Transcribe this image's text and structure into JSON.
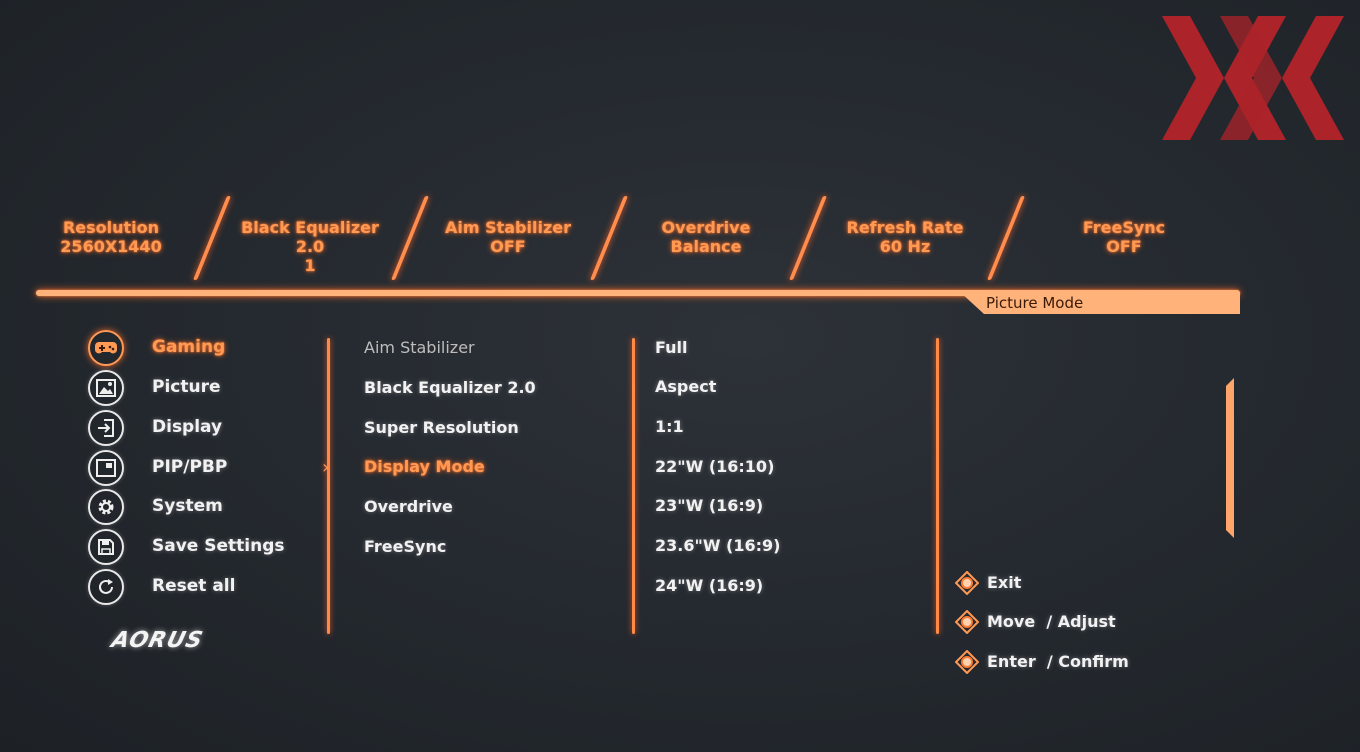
{
  "status_bar": [
    {
      "label": "Resolution",
      "value": "2560X1440"
    },
    {
      "label": "Black Equalizer 2.0",
      "value": "1"
    },
    {
      "label": "Aim Stabilizer",
      "value": "OFF"
    },
    {
      "label": "Overdrive",
      "value": "Balance"
    },
    {
      "label": "Refresh Rate",
      "value": "60 Hz"
    },
    {
      "label": "FreeSync",
      "value": "OFF"
    }
  ],
  "mode_tab": "Picture Mode",
  "menu": [
    {
      "label": "Gaming",
      "icon": "gamepad-icon",
      "active": true
    },
    {
      "label": "Picture",
      "icon": "picture-icon"
    },
    {
      "label": "Display",
      "icon": "input-icon"
    },
    {
      "label": "PIP/PBP",
      "icon": "pip-icon"
    },
    {
      "label": "System",
      "icon": "gear-icon"
    },
    {
      "label": "Save Settings",
      "icon": "save-icon"
    },
    {
      "label": "Reset all",
      "icon": "reset-icon"
    }
  ],
  "submenu": [
    {
      "label": "Aim Stabilizer",
      "state": "dim"
    },
    {
      "label": "Black Equalizer 2.0"
    },
    {
      "label": "Super Resolution"
    },
    {
      "label": "Display Mode",
      "selected": true
    },
    {
      "label": "Overdrive"
    },
    {
      "label": "FreeSync"
    }
  ],
  "options": [
    "Full",
    "Aspect",
    "1:1",
    "22\"W (16:10)",
    "23\"W (16:9)",
    "23.6\"W (16:9)",
    "24\"W (16:9)"
  ],
  "hints": [
    {
      "label": "Exit"
    },
    {
      "label": "Move  / Adjust"
    },
    {
      "label": "Enter  / Confirm"
    }
  ],
  "brand": "AORUS",
  "colors": {
    "accent": "#ff8a48",
    "text": "#f2f2f2",
    "watermark": "#b8232a"
  }
}
